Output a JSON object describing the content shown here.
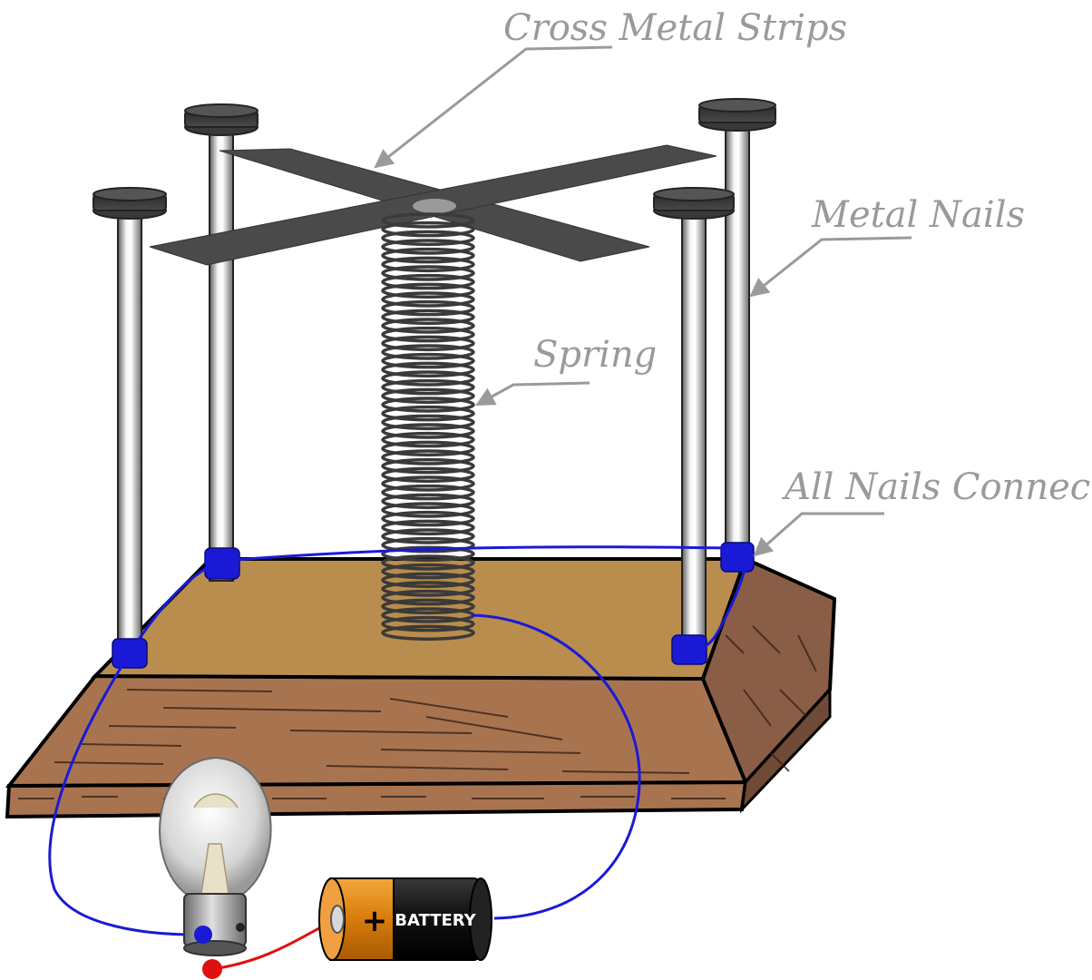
{
  "labels": {
    "cross_strips": "Cross Metal Strips",
    "nails": "Metal Nails",
    "spring": "Spring",
    "connected": "All Nails Connected"
  },
  "battery": {
    "text": "BATTERY",
    "plus": "+"
  },
  "colors": {
    "wire": "#1a1ad6",
    "wire_red": "#e01010",
    "label": "#9a9a9a",
    "board_top": "#b98d4d",
    "board_front": "#a87450",
    "board_side": "#8a5e46",
    "strip": "#4a4a4a",
    "spring": "#3a3a3a",
    "battery_body": "#1a1a1a",
    "battery_cap": "#e08a10"
  }
}
